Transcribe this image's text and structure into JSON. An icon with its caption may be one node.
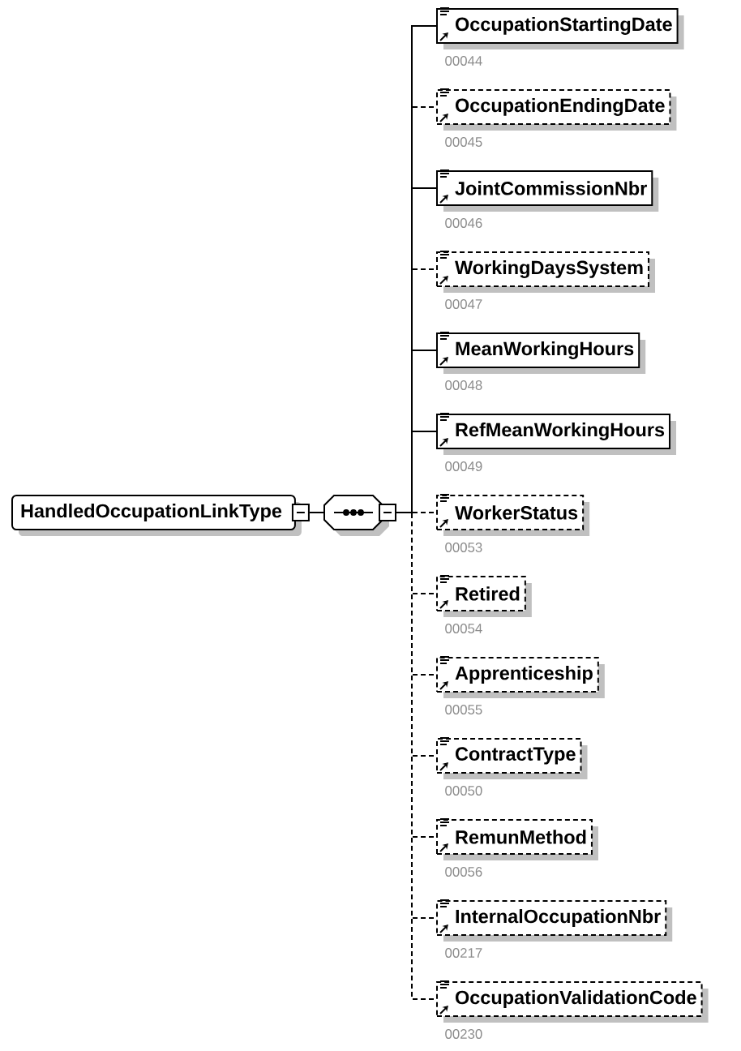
{
  "diagram": {
    "nodes": [
      {
        "text": [
          "HandledOccupationLinkType"
        ]
      },
      {
        "text": [],
        "shape": "octagon"
      },
      {
        "text": [
          "OccupationStartingDate"
        ],
        "beside": [
          "00044"
        ]
      },
      {
        "text": [
          "OccupationEndingDate"
        ],
        "beside": [
          "00045"
        ]
      },
      {
        "text": [
          "JointCommissionNbr"
        ],
        "beside": [
          "00046"
        ]
      },
      {
        "text": [
          "WorkingDaysSystem"
        ],
        "beside": [
          "00047"
        ]
      },
      {
        "text": [
          "MeanWorkingHours"
        ],
        "beside": [
          "00048"
        ]
      },
      {
        "text": [
          "RefMeanWorkingHours"
        ],
        "beside": [
          "00049"
        ]
      },
      {
        "text": [
          "WorkerStatus"
        ],
        "beside": [
          "00053"
        ]
      },
      {
        "text": [
          "Retired"
        ],
        "beside": [
          "00054"
        ]
      },
      {
        "text": [
          "Apprenticeship"
        ],
        "beside": [
          "00055"
        ]
      },
      {
        "text": [
          "ContractType"
        ],
        "beside": [
          "00050"
        ]
      },
      {
        "text": [
          "RemunMethod"
        ],
        "beside": [
          "00056"
        ]
      },
      {
        "text": [
          "InternalOccupationNbr"
        ],
        "beside": [
          "00217"
        ]
      },
      {
        "text": [
          "OccupationValidationCode"
        ],
        "beside": [
          "00230"
        ]
      }
    ],
    "edges": [
      {
        "from": 0,
        "to": 1,
        "arrow": "none"
      },
      {
        "from": 1,
        "to": 2,
        "arrow": "none"
      },
      {
        "from": 1,
        "to": 3,
        "arrow": "none",
        "style": "dashed"
      },
      {
        "from": 1,
        "to": 4,
        "arrow": "none"
      },
      {
        "from": 1,
        "to": 5,
        "arrow": "none",
        "style": "dashed"
      },
      {
        "from": 1,
        "to": 6,
        "arrow": "none"
      },
      {
        "from": 1,
        "to": 7,
        "arrow": "none"
      },
      {
        "from": 1,
        "to": 8,
        "arrow": "none",
        "style": "dashed"
      },
      {
        "from": 1,
        "to": 9,
        "arrow": "none",
        "style": "dashed"
      },
      {
        "from": 1,
        "to": 10,
        "arrow": "none",
        "style": "dashed"
      },
      {
        "from": 1,
        "to": 11,
        "arrow": "none",
        "style": "dashed"
      },
      {
        "from": 1,
        "to": 12,
        "arrow": "none",
        "style": "dashed"
      },
      {
        "from": 1,
        "to": 13,
        "arrow": "none",
        "style": "dashed"
      },
      {
        "from": 1,
        "to": 14,
        "arrow": "none",
        "style": "dashed"
      }
    ]
  }
}
